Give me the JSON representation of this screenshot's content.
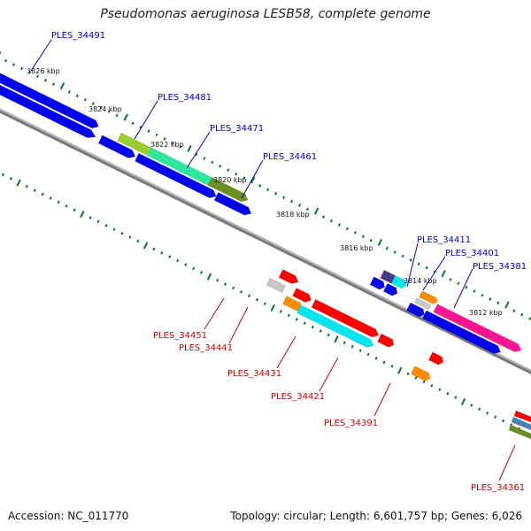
{
  "title": "Pseudomonas aeruginosa LESB58, complete genome",
  "footer": {
    "accession": "Accession: NC_011770",
    "summary": "Topology: circular; Length: 6,601,757 bp; Genes: 6,026"
  },
  "colors": {
    "label_top": "#0000cc",
    "label_bottom": "#cc0000",
    "tick": "#00782a",
    "backbone": "#7a7a7a"
  },
  "tick_labels": [
    "3826 kbp",
    "3824 kbp",
    "3822 kbp",
    "3820 kbp",
    "3818 kbp",
    "3816 kbp",
    "3814 kbp",
    "3812 kbp"
  ],
  "top_gene_labels": [
    "PLES_34491",
    "PLES_34481",
    "PLES_34471",
    "PLES_34461",
    "PLES_34411",
    "PLES_34401",
    "PLES_34381"
  ],
  "bottom_gene_labels": [
    "PLES_34451",
    "PLES_34441",
    "PLES_34431",
    "PLES_34421",
    "PLES_34391",
    "PLES_34361"
  ]
}
